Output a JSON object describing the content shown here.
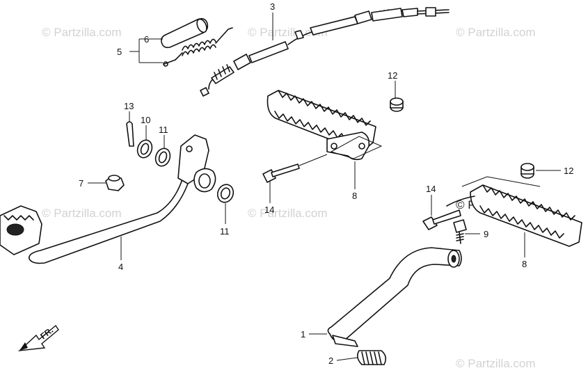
{
  "watermarks": {
    "w1": "© Partzilla.com",
    "w2": "© Partzilla.com",
    "w3": "© Partzilla.com",
    "w4": "© Partzilla.com",
    "w5": "© Partzilla.com",
    "w6": "© Partzilla.com",
    "w7": "© Partzilla.com"
  },
  "direction_label": "FR.",
  "callouts": {
    "c1": "1",
    "c2": "2",
    "c3": "3",
    "c4": "4",
    "c5": "5",
    "c6": "6",
    "c7": "7",
    "c8a": "8",
    "c8b": "8",
    "c9": "9",
    "c10": "10",
    "c11a": "11",
    "c11b": "11",
    "c12a": "12",
    "c12b": "12",
    "c13": "13",
    "c14a": "14",
    "c14b": "14"
  }
}
